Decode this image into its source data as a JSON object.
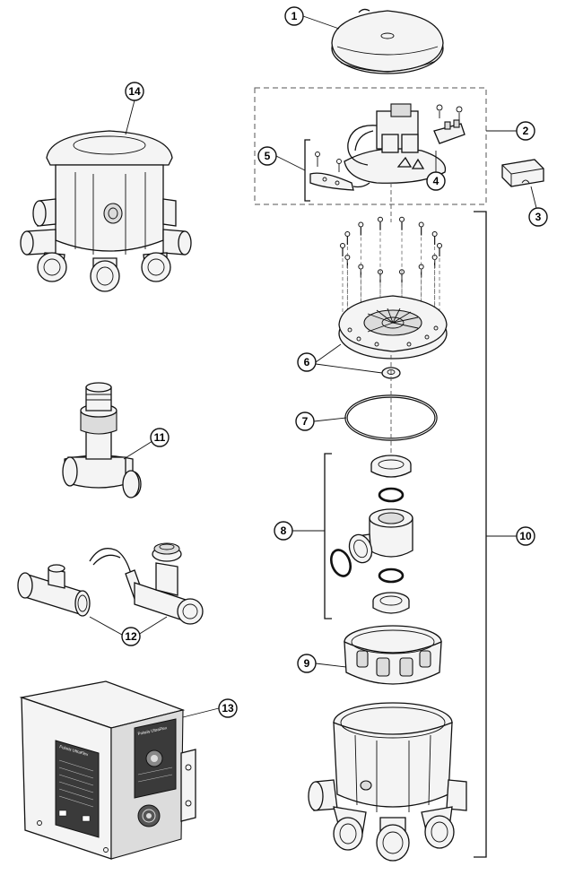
{
  "callouts": {
    "c1": "1",
    "c2": "2",
    "c3": "3",
    "c4": "4",
    "c5": "5",
    "c6": "6",
    "c7": "7",
    "c8": "8",
    "c9": "9",
    "c10": "10",
    "c11": "11",
    "c12": "12",
    "c13": "13",
    "c14": "14"
  },
  "control_box": {
    "brand_label": "Polaris UltraFlex",
    "panel_label": "Polaris UltraFlex"
  }
}
